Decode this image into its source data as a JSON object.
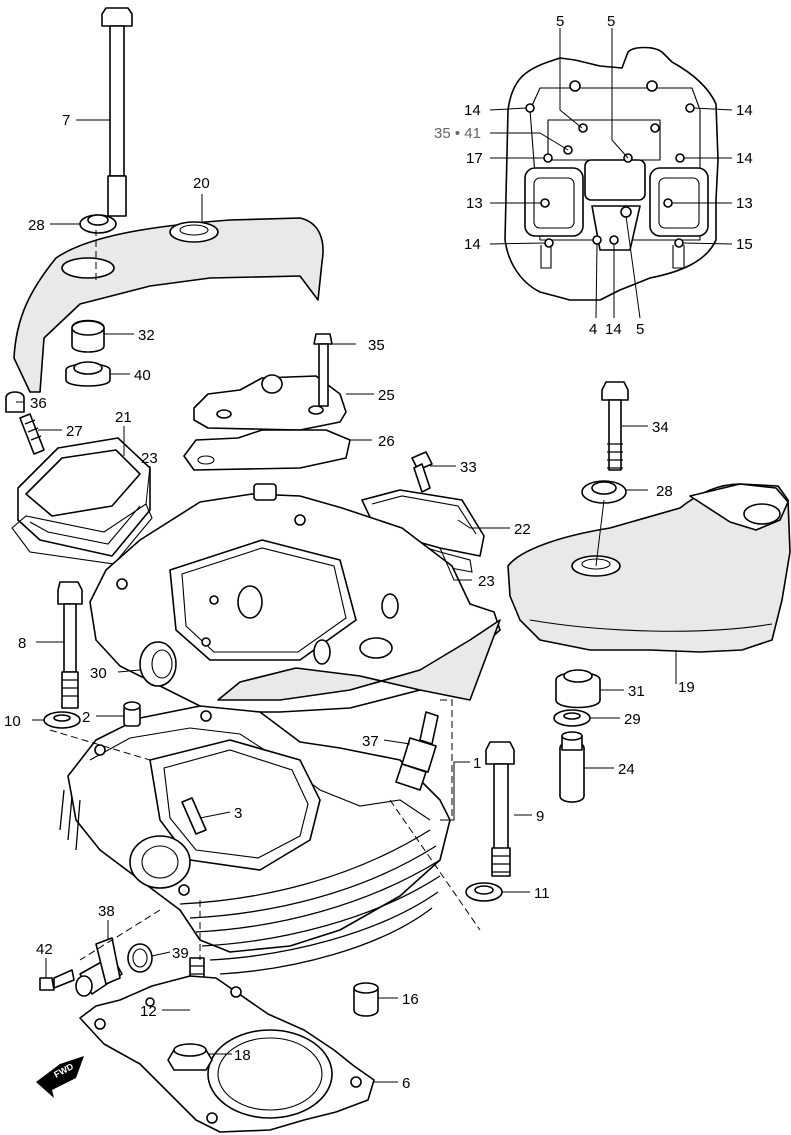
{
  "callouts": {
    "c5a": "5",
    "c5b": "5",
    "c14a": "14",
    "c14b": "14",
    "c35_41": "35 • 41",
    "c17": "17",
    "c14c": "14",
    "c13a": "13",
    "c13b": "13",
    "c14d": "14",
    "c15": "15",
    "c4": "4",
    "c14e": "14",
    "c5c": "5",
    "c7": "7",
    "c20": "20",
    "c28a": "28",
    "c32": "32",
    "c40": "40",
    "c35": "35",
    "c25": "25",
    "c36": "36",
    "c27": "27",
    "c21": "21",
    "c26": "26",
    "c23a": "23",
    "c33": "33",
    "c34": "34",
    "c28b": "28",
    "c22": "22",
    "c23b": "23",
    "c8": "8",
    "c30": "30",
    "c19": "19",
    "c31": "31",
    "c10": "10",
    "c2": "2",
    "c29": "29",
    "c37": "37",
    "c1": "1",
    "c24": "24",
    "c3": "3",
    "c9": "9",
    "c11": "11",
    "c38": "38",
    "c42": "42",
    "c39": "39",
    "c16": "16",
    "c12": "12",
    "c18": "18",
    "c6": "6"
  },
  "fwd_arrow": {
    "label": "FWD"
  }
}
